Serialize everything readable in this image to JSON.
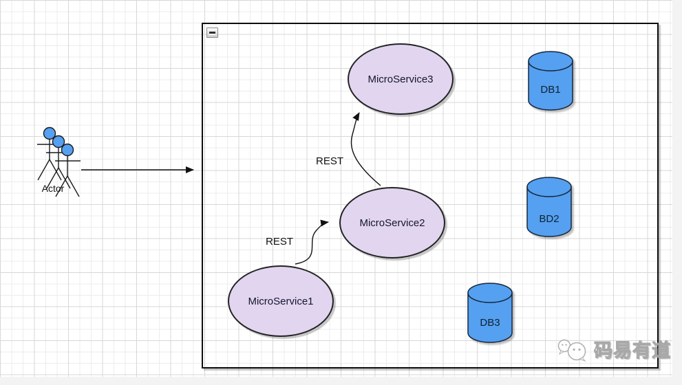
{
  "actor": {
    "label": "Actor"
  },
  "container": {
    "collapse_icon": "minus"
  },
  "services": [
    {
      "label": "MicroService1"
    },
    {
      "label": "MicroService2"
    },
    {
      "label": "MicroService3"
    }
  ],
  "databases": [
    {
      "label": "DB1"
    },
    {
      "label": "BD2"
    },
    {
      "label": "DB3"
    }
  ],
  "connectors": [
    {
      "label": "REST",
      "from": "MicroService1",
      "to": "MicroService2"
    },
    {
      "label": "REST",
      "from": "MicroService2",
      "to": "MicroService3"
    },
    {
      "label": "",
      "from": "Actor",
      "to": "container"
    }
  ],
  "watermark": {
    "text": "码易有道",
    "icon": "wechat-bubbles"
  },
  "colors": {
    "service_fill": "#E2D5F0",
    "database_fill": "#55A0F0",
    "actor_head_fill": "#55A0F0",
    "stroke": "#1a1a1a",
    "grid_minor": "#ececec",
    "grid_major": "#d7d7d7"
  }
}
